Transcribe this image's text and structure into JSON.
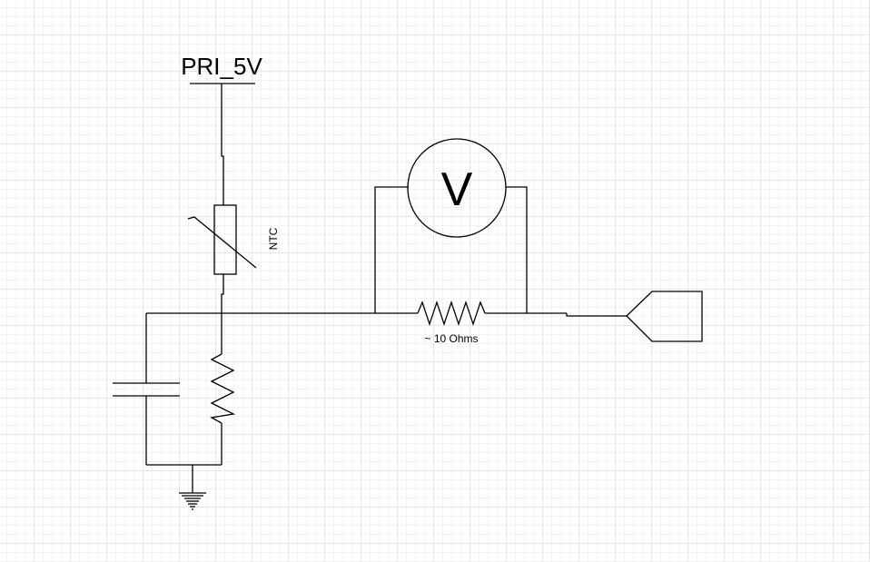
{
  "schematic": {
    "supply_label": "PRI_5V",
    "thermistor_label": "NTC",
    "meter_symbol": "V",
    "series_resistor_label": "~ 10 Ohms"
  },
  "icons": [
    "ground-icon",
    "ntc-thermistor-icon",
    "resistor-icon",
    "capacitor-icon",
    "voltmeter-icon",
    "output-port-icon"
  ],
  "colors": {
    "line": "#000000",
    "background": "#ffffff",
    "grid": "#e6e6e6"
  }
}
